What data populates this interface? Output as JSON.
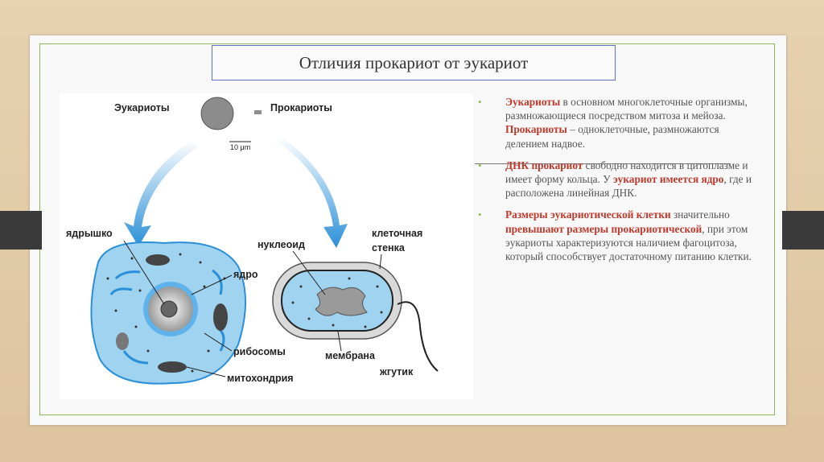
{
  "slide": {
    "title": "Отличия прокариот от эукариот"
  },
  "diagram": {
    "label_eukaryotes": "Эукариоты",
    "label_prokaryotes": "Прокариоты",
    "scale": "10 μm",
    "label_nucleolus": "ядрышко",
    "label_nucleus": "ядро",
    "label_ribosomes": "рибосомы",
    "label_mitochondria": "митохондрия",
    "label_nucleoid": "нуклеоид",
    "label_cell_wall_1": "клеточная",
    "label_cell_wall_2": "стенка",
    "label_membrane": "мембрана",
    "label_flagellum": "жгутик"
  },
  "bullets": [
    {
      "p1_hl": "Эукариоты",
      "p2": " в основном многоклеточные организмы, размножающиеся посредством митоза и мейоза. ",
      "p3_hl": "Прокариоты",
      "p4": " – одноклеточные, размножаются делением надвое."
    },
    {
      "p1_hl": "ДНК прокариот",
      "p2": " свободно находится в цитоплазме и имеет форму кольца. У ",
      "p3_hl": "эукариот имеется ядро",
      "p4": ", где и расположена линейная ДНК."
    },
    {
      "p1_hl": "Размеры эукариотической клетки",
      "p2": " значительно ",
      "p3_hl": "превышают размеры прокариотической",
      "p4": ", при этом эукариоты характеризуются наличием фагоцитоза, который способствует достаточному питанию клетки."
    }
  ],
  "colors": {
    "frame": "#8fb85b",
    "title_border": "#5a6fd1",
    "highlight": "#c0392b",
    "cell_blue": "#9fd3ef"
  }
}
